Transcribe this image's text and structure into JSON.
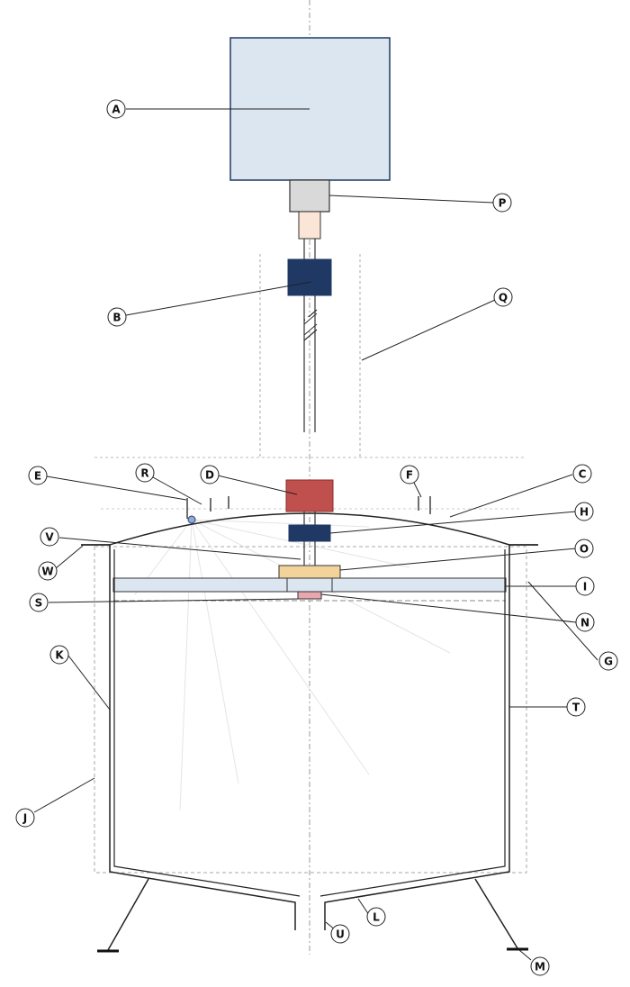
{
  "diagram": {
    "labels": {
      "A": "A",
      "B": "B",
      "C": "C",
      "D": "D",
      "E": "E",
      "F": "F",
      "G": "G",
      "H": "H",
      "I": "I",
      "J": "J",
      "K": "K",
      "L": "L",
      "M": "M",
      "N": "N",
      "O": "O",
      "P": "P",
      "Q": "Q",
      "R": "R",
      "S": "S",
      "T": "T",
      "U": "U",
      "V": "V",
      "W": "W"
    },
    "colors": {
      "motor": "#dce6f1",
      "coupling": "#d9d9d9",
      "shaft_sleeve": "#fbe5d6",
      "bearing_dark": "#1f3864",
      "seal_red": "#c0504d",
      "flange_tan": "#f2d49a",
      "plate": "#dce6f1",
      "nub_pink": "#e6a8ad",
      "sensor_blue": "#8faadc"
    }
  }
}
